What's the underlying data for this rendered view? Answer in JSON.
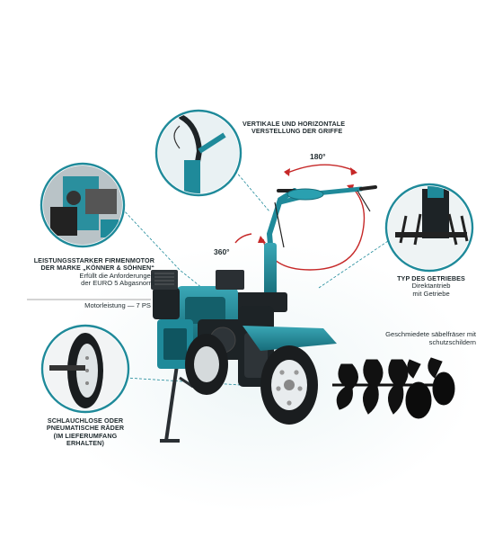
{
  "callouts": {
    "handles": {
      "line1": "VERTIKALE UND HORIZONTALE",
      "line2": "VERSTELLUNG DER GRIFFE"
    },
    "motor": {
      "line1": "LEISTUNGSSTARKER FIRMENMOTOR",
      "line2": "DER MARKE „KÖNNER & SÖHNEN“",
      "line3": "Erfüllt die Anforderungen",
      "line4": "der EURO 5 Abgasnorm",
      "power": "Motorleistung — 7 PS"
    },
    "gearbox": {
      "line1": "TYP DES GETRIEBES",
      "line2": "Direktantrieb",
      "line3": "mit Getriebe"
    },
    "tillers": {
      "line1": "Geschmiedete säbelfräser mit",
      "line2": "schutzschildern"
    },
    "wheels": {
      "line1": "SCHLAUCHLOSE ODER",
      "line2": "PNEUMATISCHE RÄDER",
      "line3": "(IM LIEFERUMFANG",
      "line4": "ERHALTEN)"
    }
  },
  "angles": {
    "top": "180°",
    "left": "360°"
  },
  "colors": {
    "brand_teal": "#1f8a9a",
    "arrow_red": "#c62828",
    "body_dark": "#1d2326",
    "circle_ring": "#1f8a9a"
  }
}
